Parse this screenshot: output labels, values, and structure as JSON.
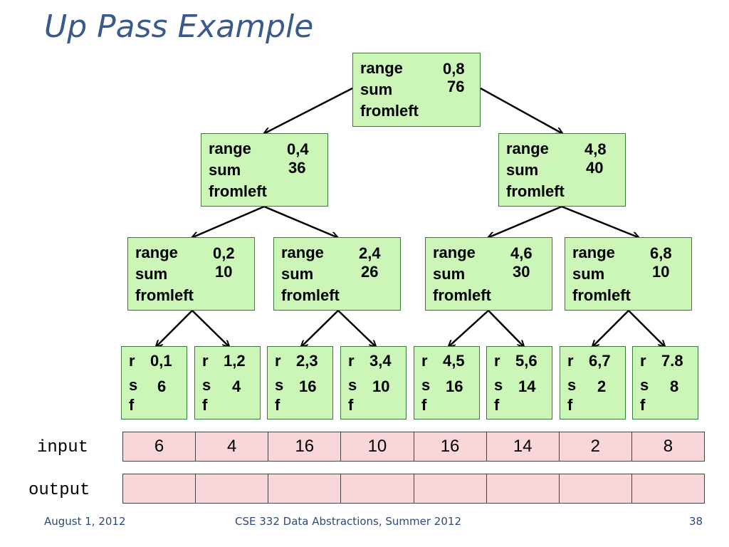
{
  "slide": {
    "title": "Up Pass Example",
    "footer_left": "August 1, 2012",
    "footer_center": "CSE 332 Data Abstractions, Summer 2012",
    "page_number": "38"
  },
  "labels": {
    "range": "range",
    "sum": "sum",
    "fromleft": "fromleft",
    "r": "r",
    "s": "s",
    "f": "f"
  },
  "tree": {
    "root": {
      "range": "0,8",
      "sum": "76"
    },
    "level1": [
      {
        "range": "0,4",
        "sum": "36"
      },
      {
        "range": "4,8",
        "sum": "40"
      }
    ],
    "level2": [
      {
        "range": "0,2",
        "sum": "10"
      },
      {
        "range": "2,4",
        "sum": "26"
      },
      {
        "range": "4,6",
        "sum": "30"
      },
      {
        "range": "6,8",
        "sum": "10"
      }
    ],
    "leaves": [
      {
        "range": "0,1",
        "sum": "6"
      },
      {
        "range": "1,2",
        "sum": "4"
      },
      {
        "range": "2,3",
        "sum": "16"
      },
      {
        "range": "3,4",
        "sum": "10"
      },
      {
        "range": "4,5",
        "sum": "16"
      },
      {
        "range": "5,6",
        "sum": "14"
      },
      {
        "range": "6,7",
        "sum": "2"
      },
      {
        "range": "7.8",
        "sum": "8"
      }
    ]
  },
  "input": {
    "label": "input",
    "values": [
      "6",
      "4",
      "16",
      "10",
      "16",
      "14",
      "2",
      "8"
    ]
  },
  "output": {
    "label": "output",
    "values": [
      "",
      "",
      "",
      "",
      "",
      "",
      "",
      ""
    ]
  },
  "colors": {
    "node_fill": "#ccf5b8",
    "array_fill": "#f9d6da",
    "title": "#3a5a8c"
  }
}
